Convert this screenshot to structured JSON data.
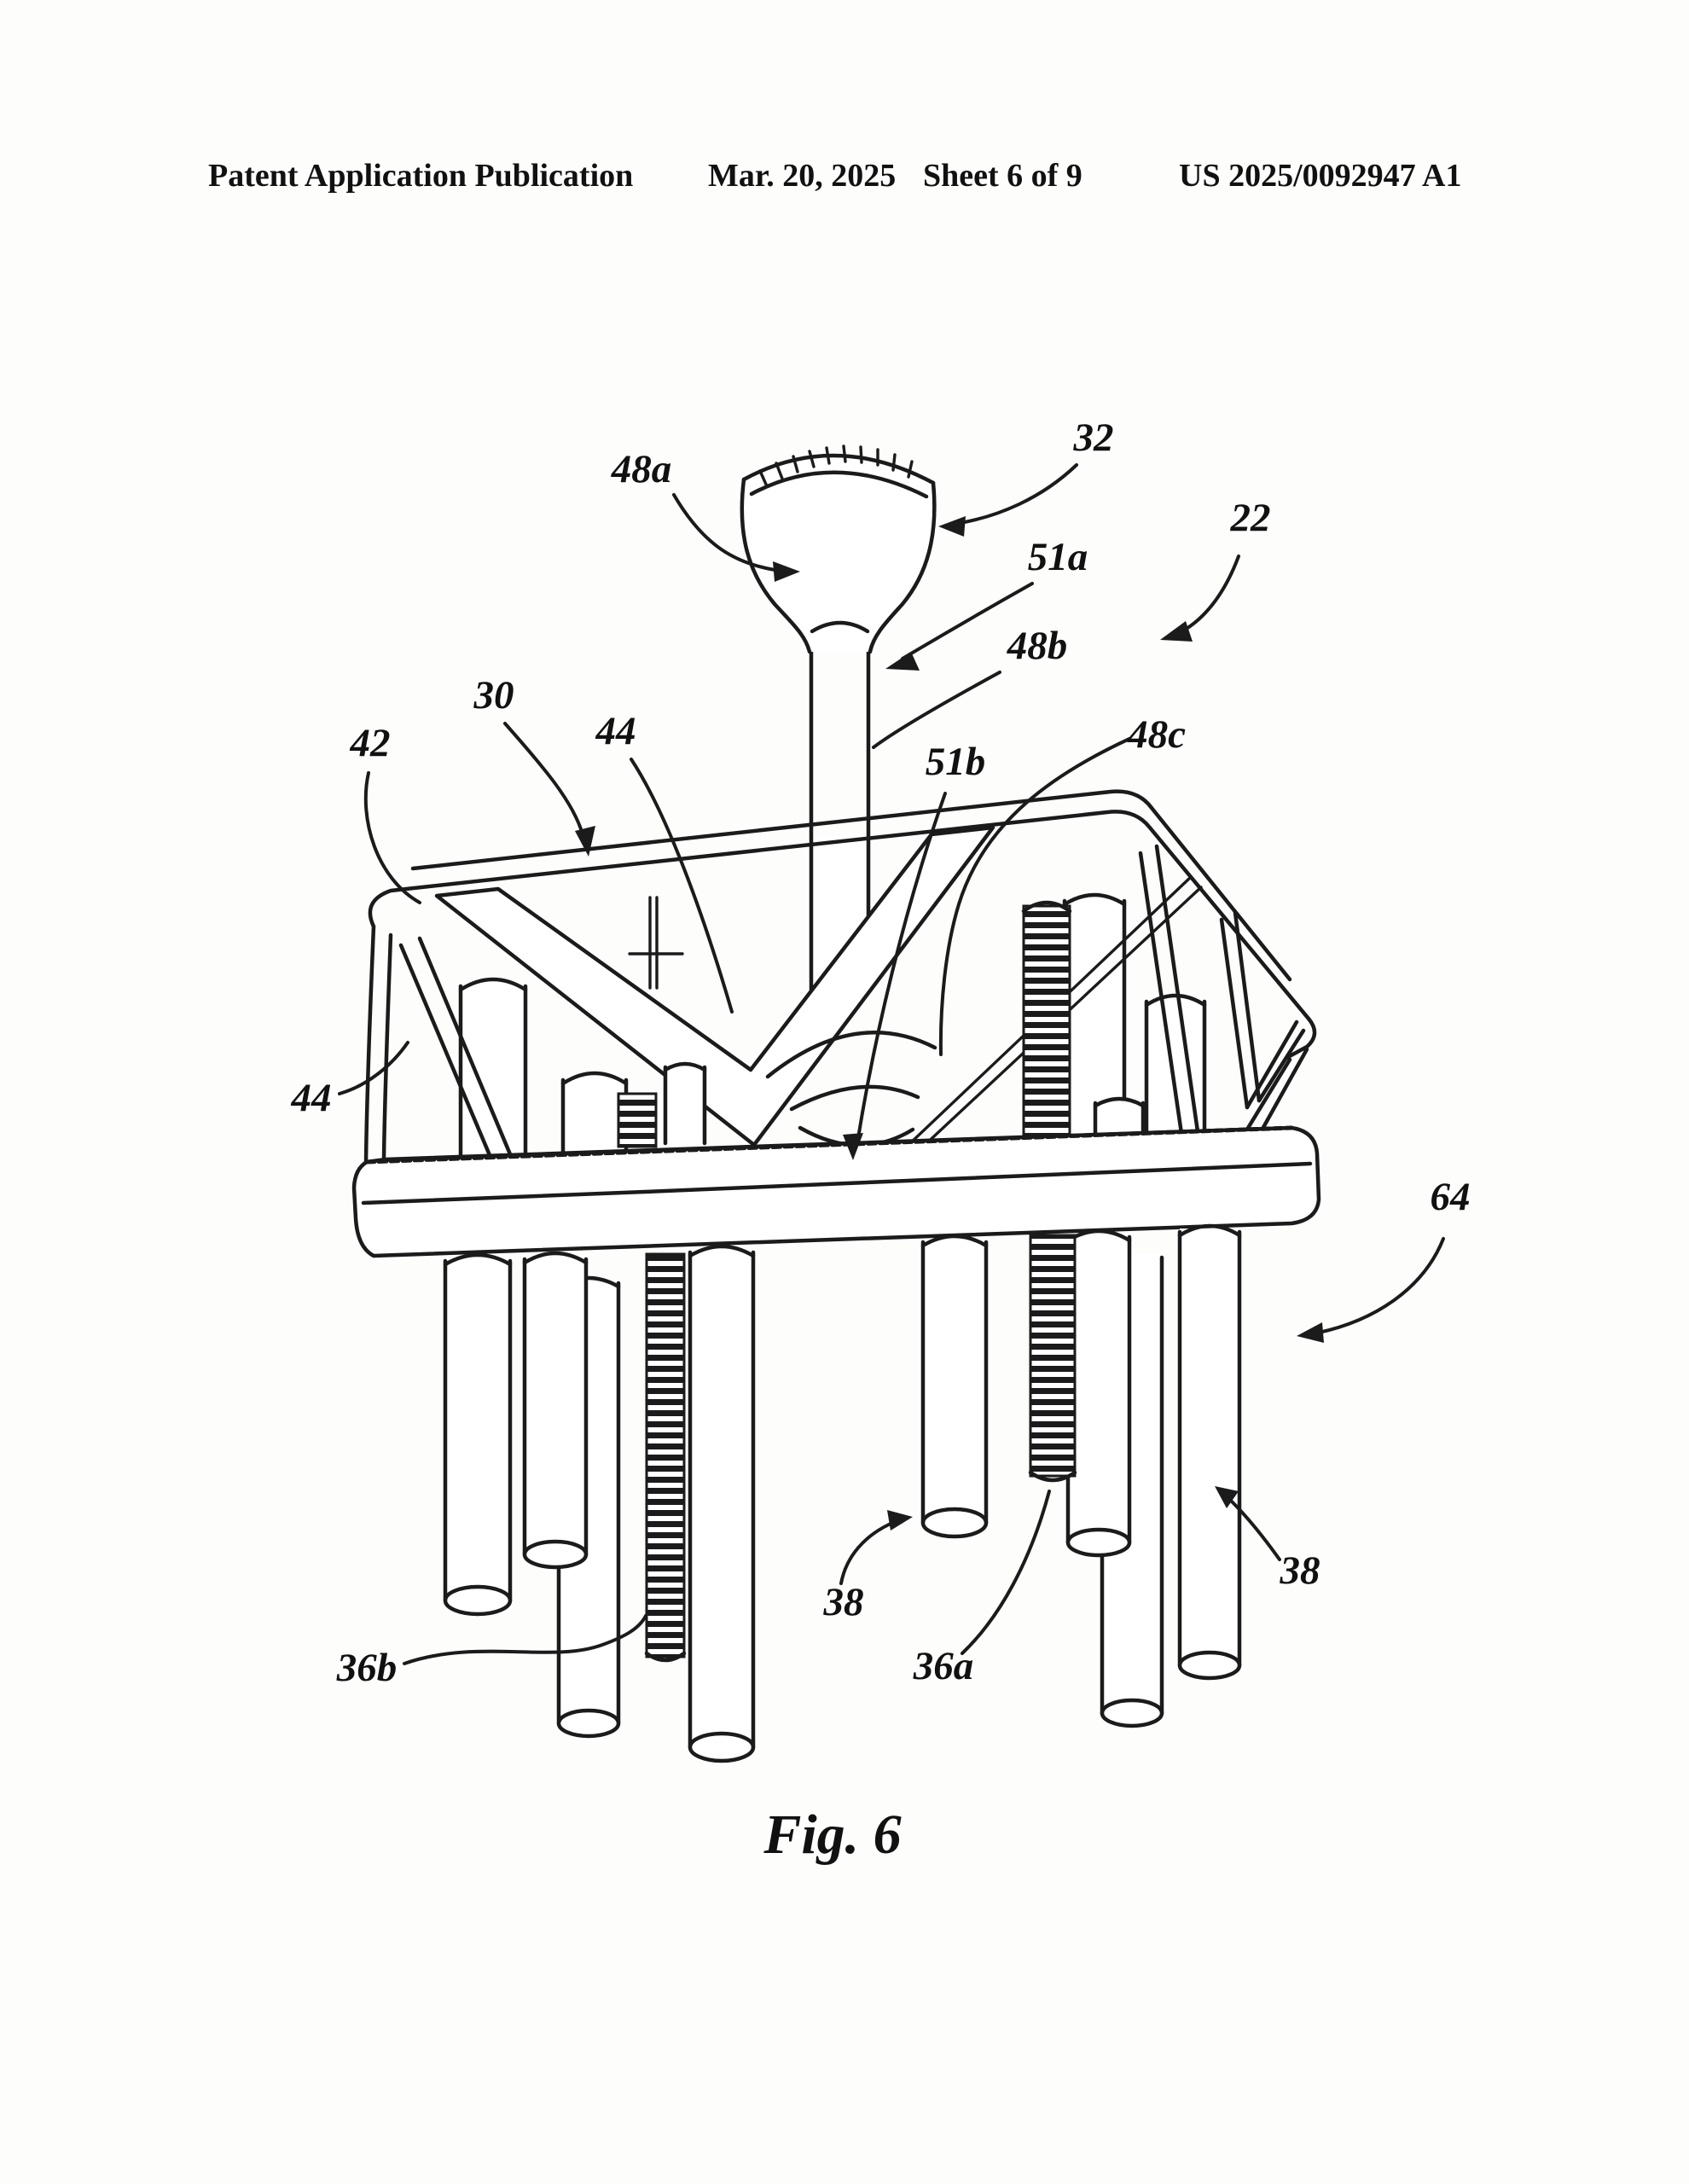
{
  "header": {
    "left": "Patent Application Publication",
    "center_date": "Mar. 20, 2025",
    "center_sheet": "Sheet 6 of 9",
    "right": "US 2025/0092947 A1"
  },
  "figure": {
    "caption": "Fig. 6",
    "ink_color": "#1b1b1b",
    "paper_color": "#fdfdfc",
    "labels": [
      {
        "id": "48a",
        "text": "48a"
      },
      {
        "id": "32",
        "text": "32"
      },
      {
        "id": "51a",
        "text": "51a"
      },
      {
        "id": "22",
        "text": "22"
      },
      {
        "id": "48b",
        "text": "48b"
      },
      {
        "id": "30",
        "text": "30"
      },
      {
        "id": "44-upper",
        "text": "44"
      },
      {
        "id": "42",
        "text": "42"
      },
      {
        "id": "51b",
        "text": "51b"
      },
      {
        "id": "48c",
        "text": "48c"
      },
      {
        "id": "44-left",
        "text": "44"
      },
      {
        "id": "64",
        "text": "64"
      },
      {
        "id": "38-left",
        "text": "38"
      },
      {
        "id": "36a",
        "text": "36a"
      },
      {
        "id": "38-right",
        "text": "38"
      },
      {
        "id": "36b",
        "text": "36b"
      }
    ]
  }
}
